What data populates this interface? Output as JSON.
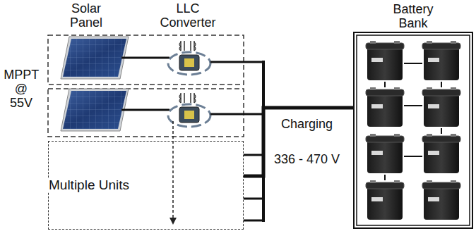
{
  "diagram": {
    "nodes": [
      {
        "text": [
          "Multiple Units"
        ]
      },
      {
        "text": [
          "Battery Bank"
        ]
      }
    ],
    "edges": [
      {
        "from": 0,
        "to": 1,
        "arrow": "none",
        "label": "Charging"
      }
    ],
    "labels": [
      "Solar Panel",
      "LLC Converter",
      "MPPT @ 55V",
      "336 - 470 V"
    ]
  }
}
